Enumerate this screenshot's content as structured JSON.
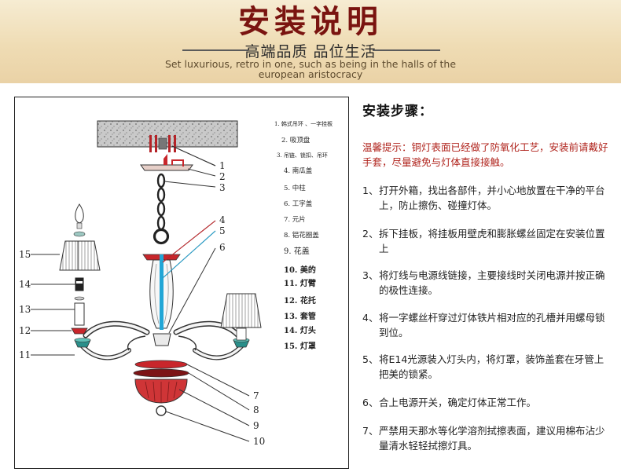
{
  "header": {
    "title": "安装说明",
    "subtitle": "高端品质  品位生活",
    "english_line1": "Set luxurious, retro in one, such as being in the halls of the",
    "english_line2": "european aristocracy"
  },
  "diagram": {
    "part_numbers": [
      "1",
      "2",
      "3",
      "4",
      "5",
      "6",
      "7",
      "8",
      "9",
      "10",
      "11",
      "12",
      "13",
      "14",
      "15"
    ],
    "legend": [
      "1. 韩式吊环 、一字挂板",
      "2. 吸顶盘",
      "3. 吊链、锁扣、吊环",
      "4. 南瓜盖",
      "5. 中柱",
      "6. 工字盖",
      "7. 元片",
      "8. 铝花圈盖",
      "9. 花盖",
      "10. 美的",
      "11. 灯臂",
      "12. 花托",
      "13. 套管",
      "14. 灯头",
      "15. 灯罩"
    ],
    "colors": {
      "red": "#c8262b",
      "cyan": "#22a6d6",
      "stone": "#bdbdbd"
    }
  },
  "instructions": {
    "title": "安装步骤：",
    "tip_label": "温馨提示：",
    "tip_text": "铜灯表面已经做了防氧化工艺，安装前请戴好手套，尽量避免与灯体直接接触。",
    "steps": [
      {
        "num": "1、",
        "text": "打开外箱，找出各部件，并小心地放置在干净的平台上，防止擦伤、碰撞灯体。"
      },
      {
        "num": "2、",
        "text": "拆下挂板，将挂板用壁虎和膨胀螺丝固定在安装位置上"
      },
      {
        "num": "3、",
        "text": "将灯线与电源线链接，主要接线时关闭电源并按正确的极性连接。"
      },
      {
        "num": "4、",
        "text": "将一字螺丝杆穿过灯体铁片相对应的孔槽并用螺母锁到位。"
      },
      {
        "num": "5、",
        "text": "将E14光源装入灯头内，将灯罩，装饰盖套在牙管上把美的锁紧。"
      },
      {
        "num": "6、",
        "text": "合上电源开关，确定灯体正常工作。"
      },
      {
        "num": "7、",
        "text": "严禁用天那水等化学溶剂拭擦表面，建议用棉布沾少量清水轻轻拭擦灯具。"
      }
    ]
  }
}
